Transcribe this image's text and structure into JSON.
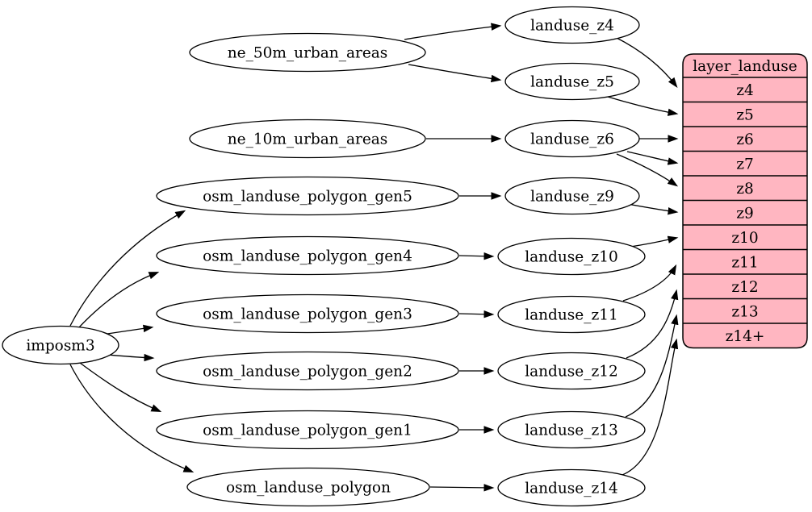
{
  "graph": {
    "type": "dependency-digraph",
    "background": "#ffffff",
    "root": {
      "label": "imposm3"
    },
    "source_tables": [
      {
        "label": "ne_50m_urban_areas"
      },
      {
        "label": "ne_10m_urban_areas"
      },
      {
        "label": "osm_landuse_polygon_gen5"
      },
      {
        "label": "osm_landuse_polygon_gen4"
      },
      {
        "label": "osm_landuse_polygon_gen3"
      },
      {
        "label": "osm_landuse_polygon_gen2"
      },
      {
        "label": "osm_landuse_polygon_gen1"
      },
      {
        "label": "osm_landuse_polygon"
      }
    ],
    "zoom_tables": [
      {
        "label": "landuse_z4"
      },
      {
        "label": "landuse_z5"
      },
      {
        "label": "landuse_z6"
      },
      {
        "label": "landuse_z9"
      },
      {
        "label": "landuse_z10"
      },
      {
        "label": "landuse_z11"
      },
      {
        "label": "landuse_z12"
      },
      {
        "label": "landuse_z13"
      },
      {
        "label": "landuse_z14"
      }
    ],
    "layer_node": {
      "title": "layer_landuse",
      "rows": [
        "z4",
        "z5",
        "z6",
        "z7",
        "z8",
        "z9",
        "z10",
        "z11",
        "z12",
        "z13",
        "z14+"
      ],
      "fill": "#ffb6c1",
      "stroke": "#000000"
    },
    "edges": [
      [
        "imposm3",
        "osm_landuse_polygon_gen5"
      ],
      [
        "imposm3",
        "osm_landuse_polygon_gen4"
      ],
      [
        "imposm3",
        "osm_landuse_polygon_gen3"
      ],
      [
        "imposm3",
        "osm_landuse_polygon_gen2"
      ],
      [
        "imposm3",
        "osm_landuse_polygon_gen1"
      ],
      [
        "imposm3",
        "osm_landuse_polygon"
      ],
      [
        "ne_50m_urban_areas",
        "landuse_z4"
      ],
      [
        "ne_50m_urban_areas",
        "landuse_z5"
      ],
      [
        "ne_10m_urban_areas",
        "landuse_z6"
      ],
      [
        "osm_landuse_polygon_gen5",
        "landuse_z9"
      ],
      [
        "osm_landuse_polygon_gen4",
        "landuse_z10"
      ],
      [
        "osm_landuse_polygon_gen3",
        "landuse_z11"
      ],
      [
        "osm_landuse_polygon_gen2",
        "landuse_z12"
      ],
      [
        "osm_landuse_polygon_gen1",
        "landuse_z13"
      ],
      [
        "osm_landuse_polygon",
        "landuse_z14"
      ],
      [
        "landuse_z4",
        "layer_landuse:z4"
      ],
      [
        "landuse_z5",
        "layer_landuse:z5"
      ],
      [
        "landuse_z6",
        "layer_landuse:z6"
      ],
      [
        "landuse_z6",
        "layer_landuse:z7"
      ],
      [
        "landuse_z6",
        "layer_landuse:z8"
      ],
      [
        "landuse_z9",
        "layer_landuse:z9"
      ],
      [
        "landuse_z10",
        "layer_landuse:z10"
      ],
      [
        "landuse_z11",
        "layer_landuse:z11"
      ],
      [
        "landuse_z12",
        "layer_landuse:z12"
      ],
      [
        "landuse_z13",
        "layer_landuse:z13"
      ],
      [
        "landuse_z14",
        "layer_landuse:z14+"
      ]
    ]
  }
}
